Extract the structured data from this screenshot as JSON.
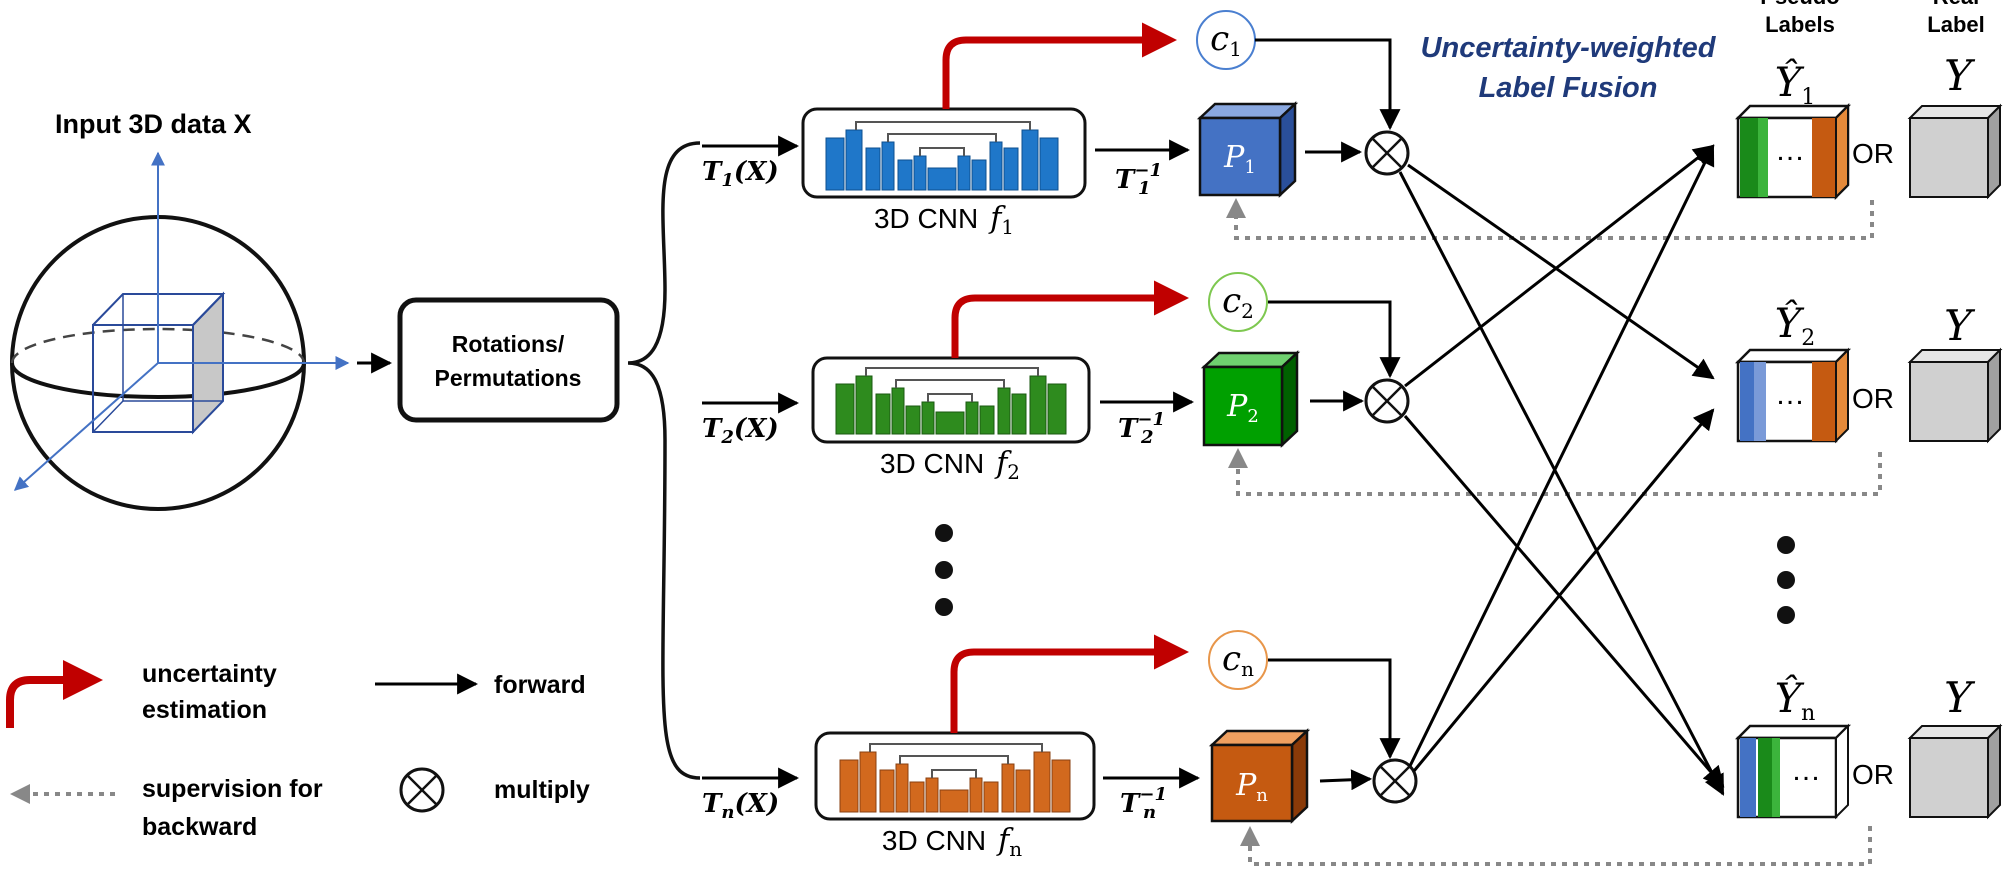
{
  "input": {
    "label": "Input 3D data X"
  },
  "transform_box": {
    "line1": "Rotations/",
    "line2": "Permutations"
  },
  "fusion_title": {
    "line1": "Uncertainty-weighted",
    "line2": "Label Fusion"
  },
  "columns": {
    "pseudo_line1": "Pseudo",
    "pseudo_line2": "Labels",
    "real_line1": "Real",
    "real_line2": "Label"
  },
  "branches": [
    {
      "transform": "T",
      "transform_sub": "1",
      "arg": "(X)",
      "inverse_sub": "1",
      "cnn_label": "3D CNN",
      "cnn_func": "f",
      "cnn_sub": "1",
      "conf": "c",
      "conf_sub": "1",
      "pred": "P",
      "pred_sub": "1",
      "pseudo": "Ŷ",
      "pseudo_sub": "1",
      "or_label": "OR",
      "real": "Y",
      "color": "#1f77c9",
      "ring": "#4a7fd0"
    },
    {
      "transform": "T",
      "transform_sub": "2",
      "arg": "(X)",
      "inverse_sub": "2",
      "cnn_label": "3D CNN",
      "cnn_func": "f",
      "cnn_sub": "2",
      "conf": "c",
      "conf_sub": "2",
      "pred": "P",
      "pred_sub": "2",
      "pseudo": "Ŷ",
      "pseudo_sub": "2",
      "or_label": "OR",
      "real": "Y",
      "color": "#2e8b1e",
      "ring": "#7ec850"
    },
    {
      "transform": "T",
      "transform_sub": "n",
      "arg": "(X)",
      "inverse_sub": "n",
      "cnn_label": "3D CNN",
      "cnn_func": "f",
      "cnn_sub": "n",
      "conf": "c",
      "conf_sub": "n",
      "pred": "P",
      "pred_sub": "n",
      "pseudo": "Ŷ",
      "pseudo_sub": "n",
      "or_label": "OR",
      "real": "Y",
      "color": "#d2691e",
      "ring": "#e8964a"
    }
  ],
  "legend": {
    "uncertainty_line1": "uncertainty",
    "uncertainty_line2": "estimation",
    "forward": "forward",
    "supervision_line1": "supervision for",
    "supervision_line2": "backward",
    "multiply": "multiply"
  },
  "colors": {
    "uncertainty_arrow": "#c00000",
    "axis": "#4472c4",
    "pred1": "#4472c4",
    "pred2": "#00a000",
    "predn": "#c55a11",
    "real_box": "#d0d0d0",
    "dotted": "#888888",
    "fusion_title": "#1f3a7a"
  }
}
